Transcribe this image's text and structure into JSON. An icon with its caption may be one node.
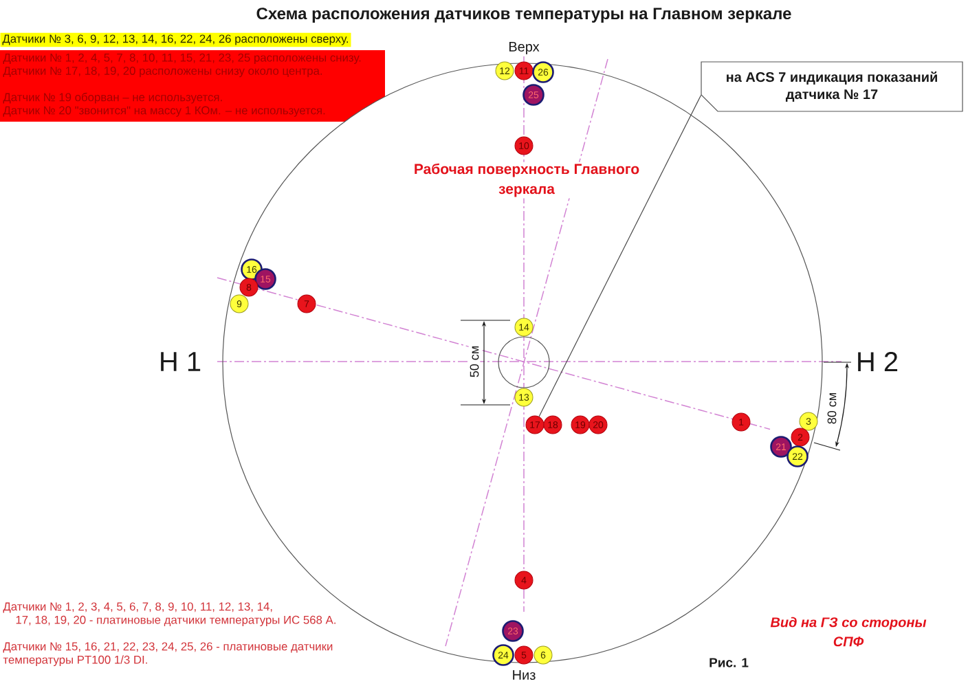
{
  "diagram": {
    "title": "Схема расположения датчиков температуры на Главном зеркале",
    "caption": "Рис. 1",
    "nodes": [
      {
        "text": [
          "Датчики № 3, 6, 9, 12, 13, 14, 16, 22, 24, 26 расположены сверху."
        ]
      },
      {
        "text": [
          "Датчики № 1, 2, 4, 5, 7, 8, 10, 11, 15, 21, 23, 25 расположены снизу.",
          "Датчики № 17, 18, 19, 20 расположены снизу около центра.",
          "Датчик № 19 оборван – не используется.",
          "Датчик № 20 \"звонится\" на массу 1 КОм. – не используется."
        ]
      },
      {
        "text": [
          "Рабочая поверхность Главного зеркала"
        ]
      },
      {
        "text": [
          "на ACS 7 индикация показаний датчика № 17"
        ]
      },
      {
        "text": [
          "12"
        ],
        "in": 2
      },
      {
        "text": [
          "11"
        ],
        "in": 2
      },
      {
        "text": [
          "26"
        ],
        "in": 2
      },
      {
        "text": [
          "25"
        ],
        "in": 2
      },
      {
        "text": [
          "10"
        ],
        "in": 2
      },
      {
        "text": [
          "16"
        ],
        "in": 2
      },
      {
        "text": [
          "15"
        ],
        "in": 2
      },
      {
        "text": [
          "8"
        ],
        "in": 2
      },
      {
        "text": [
          "9"
        ],
        "in": 2
      },
      {
        "text": [
          "7"
        ],
        "in": 2
      },
      {
        "text": [
          "14"
        ],
        "in": 2
      },
      {
        "text": [
          "13"
        ],
        "in": 2
      },
      {
        "text": [
          "17"
        ],
        "in": 2
      },
      {
        "text": [
          "18"
        ],
        "in": 2
      },
      {
        "text": [
          "19"
        ],
        "in": 2
      },
      {
        "text": [
          "20"
        ],
        "in": 2
      },
      {
        "text": [
          "1"
        ],
        "in": 2
      },
      {
        "text": [
          "3"
        ],
        "in": 2
      },
      {
        "text": [
          "2"
        ],
        "in": 2
      },
      {
        "text": [
          "21"
        ],
        "in": 2
      },
      {
        "text": [
          "22"
        ],
        "in": 2
      },
      {
        "text": [
          "4"
        ],
        "in": 2
      },
      {
        "text": [
          "23"
        ],
        "in": 2
      },
      {
        "text": [
          "24"
        ],
        "in": 2
      },
      {
        "text": [
          "5"
        ],
        "in": 2
      },
      {
        "text": [
          "6"
        ],
        "in": 2
      }
    ],
    "edges": [
      {
        "from": 3,
        "to": 16,
        "arrow": "none"
      }
    ],
    "labels": [
      "Верх",
      "Н 1",
      "50 см",
      "Н 2",
      "80 см",
      "Датчики № 1, 2, 3, 4, 5, 6, 7, 8, 9, 10, 11, 12, 13, 14, 17, 18, 19, 20 - платиновые датчики температуры ИС 568 А.",
      "Датчики № 15, 16, 21, 22, 23, 24, 25, 26 - платиновые датчики температуры PT100 1/3 DI.",
      "Вид на ГЗ со стороны СПФ",
      "Низ"
    ]
  }
}
